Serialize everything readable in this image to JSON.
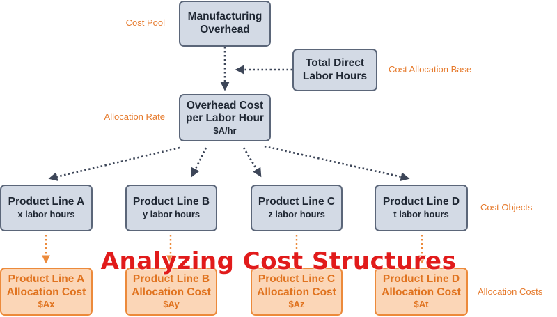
{
  "colors": {
    "node_fill": "#d3dae5",
    "node_border": "#5b6679",
    "cost_fill": "#fbd6b7",
    "cost_border": "#ec8a3b",
    "label": "#e67a2c",
    "title": "#e11b1b"
  },
  "labels": {
    "cost_pool": "Cost Pool",
    "allocation_base": "Cost Allocation Base",
    "allocation_rate": "Allocation Rate",
    "cost_objects": "Cost Objects",
    "allocation_costs": "Allocation Costs"
  },
  "nodes": {
    "overhead": {
      "line1": "Manufacturing",
      "line2": "Overhead"
    },
    "labor_hours": {
      "line1": "Total Direct",
      "line2": "Labor Hours"
    },
    "rate": {
      "line1": "Overhead Cost",
      "line2": "per Labor Hour",
      "line3": "$A/hr"
    }
  },
  "products": [
    {
      "name": "Product Line A",
      "hours": "x labor hours",
      "cost1": "Product Line A",
      "cost2": "Allocation Cost",
      "cost3": "$Ax"
    },
    {
      "name": "Product Line B",
      "hours": "y labor hours",
      "cost1": "Product Line B",
      "cost2": "Allocation Cost",
      "cost3": "$Ay"
    },
    {
      "name": "Product Line C",
      "hours": "z labor hours",
      "cost1": "Product Line C",
      "cost2": "Allocation Cost",
      "cost3": "$Az"
    },
    {
      "name": "Product Line D",
      "hours": "t labor hours",
      "cost1": "Product Line D",
      "cost2": "Allocation Cost",
      "cost3": "$At"
    }
  ],
  "overlay_title": "Analyzing Cost Structures"
}
